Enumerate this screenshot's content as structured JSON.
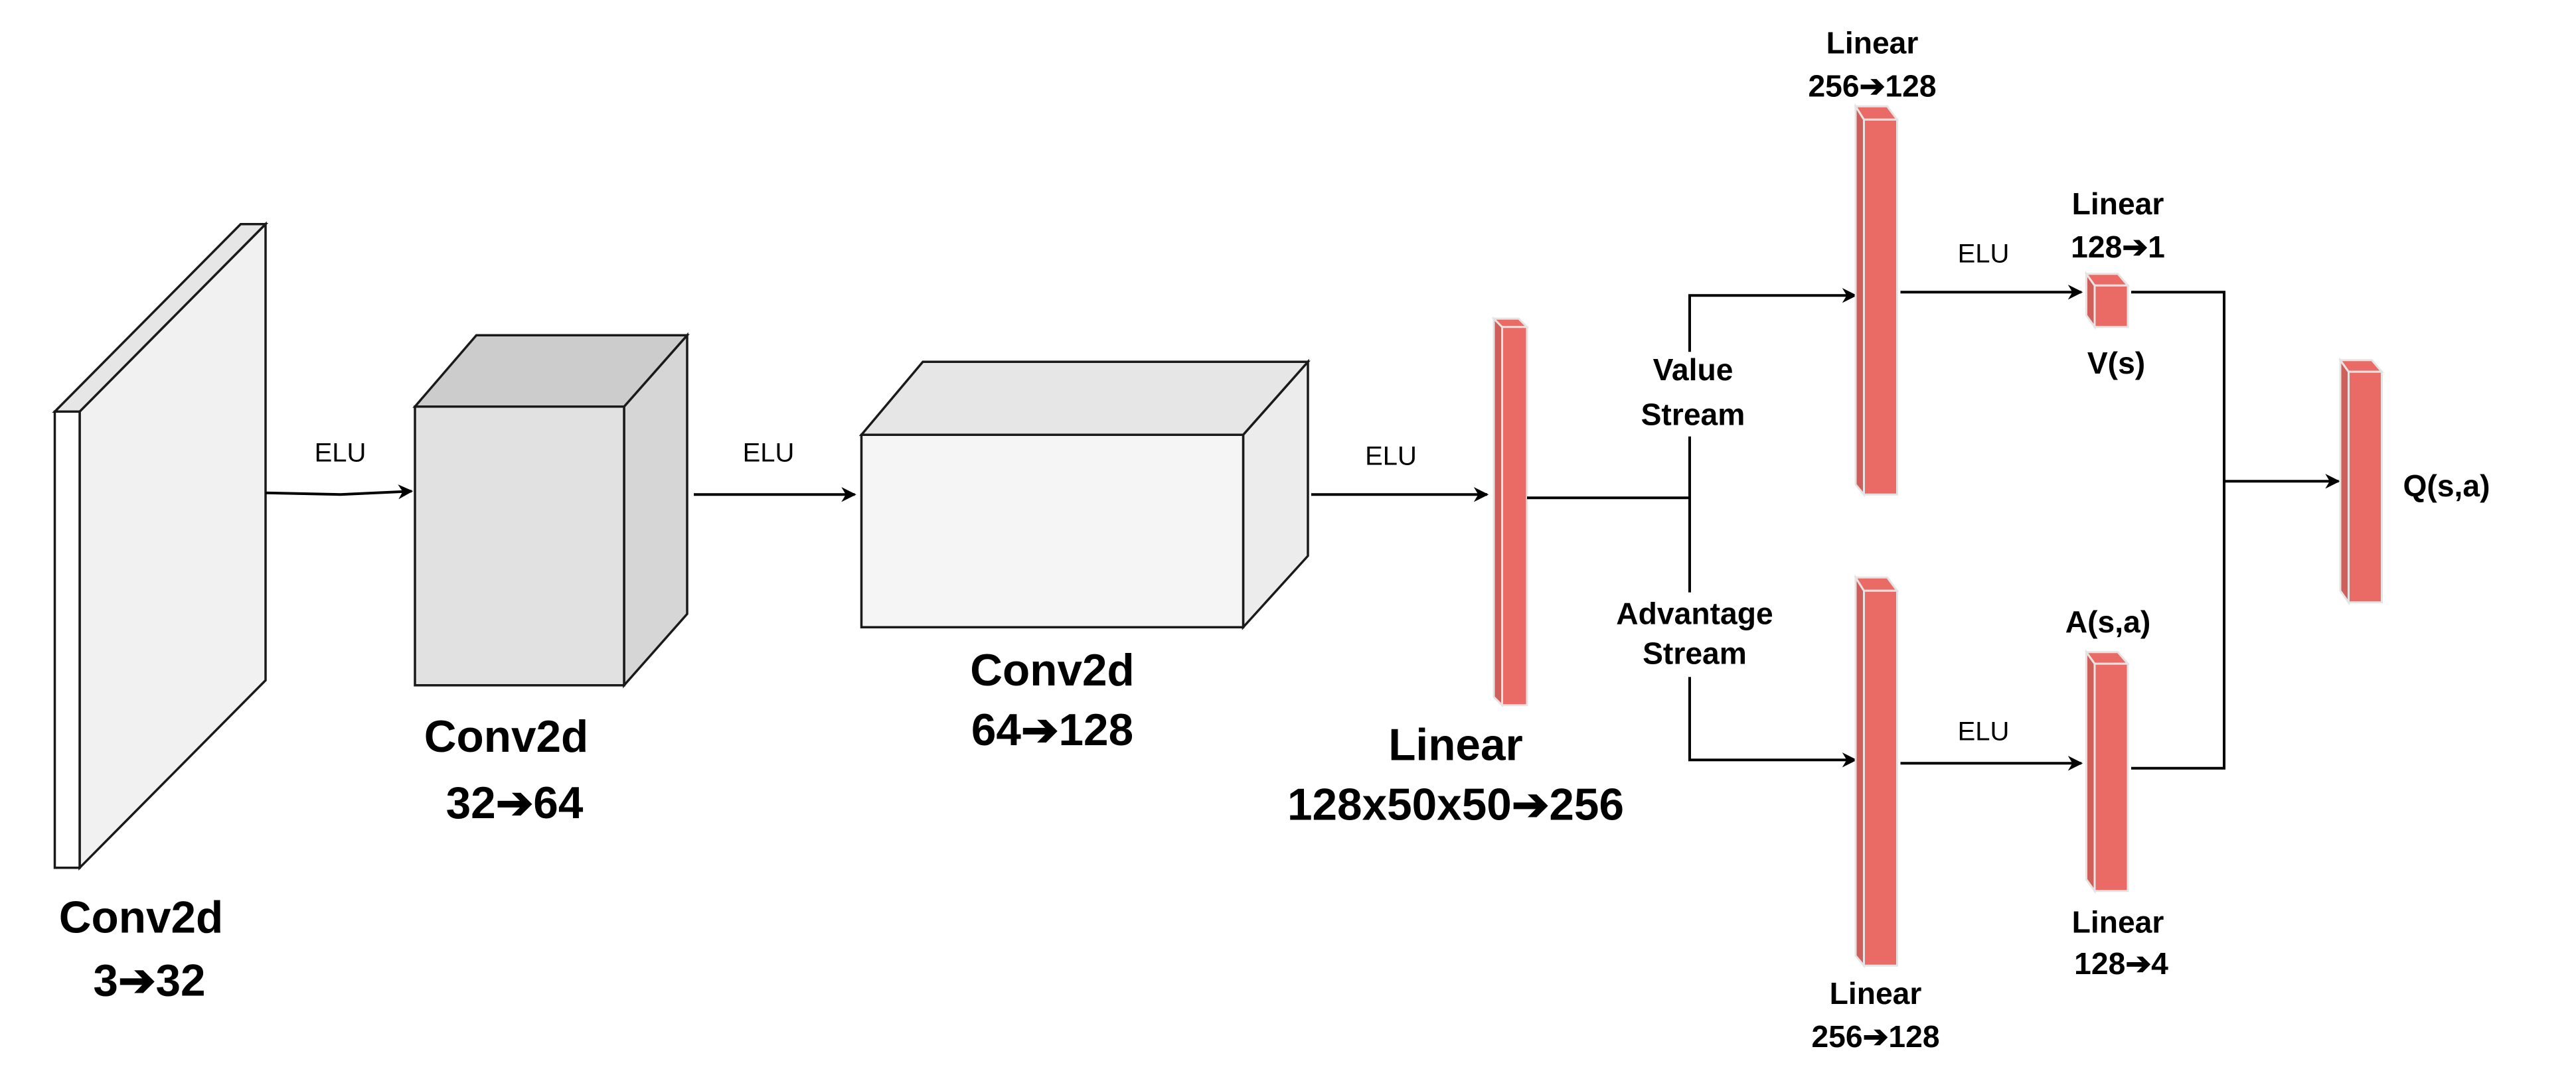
{
  "colors": {
    "layer_red": "#ea6b66",
    "layer_red_side": "#cf5f5a",
    "gray_light": "#f1f1f1",
    "gray_mid": "#e1e1e1",
    "gray_dark": "#cccccc"
  },
  "activation": "ELU",
  "layers": {
    "conv1": {
      "name": "Conv2d",
      "dims": "3➔32"
    },
    "conv2": {
      "name": "Conv2d",
      "dims": "32➔64"
    },
    "conv3": {
      "name": "Conv2d",
      "dims": "64➔128"
    },
    "fc": {
      "name": "Linear",
      "dims": "128x50x50➔256"
    },
    "value_fc": {
      "name": "Linear",
      "dims": "256➔128"
    },
    "adv_fc": {
      "name": "Linear",
      "dims": "256➔128"
    },
    "value_out": {
      "name": "Linear",
      "dims": "128➔1",
      "output": "V(s)"
    },
    "adv_out": {
      "name": "Linear",
      "dims": "128➔4",
      "output": "A(s,a)"
    },
    "q": {
      "output": "Q(s,a)"
    }
  },
  "streams": {
    "value": [
      "Value",
      "Stream"
    ],
    "advantage": [
      "Advantage",
      "Stream"
    ]
  }
}
